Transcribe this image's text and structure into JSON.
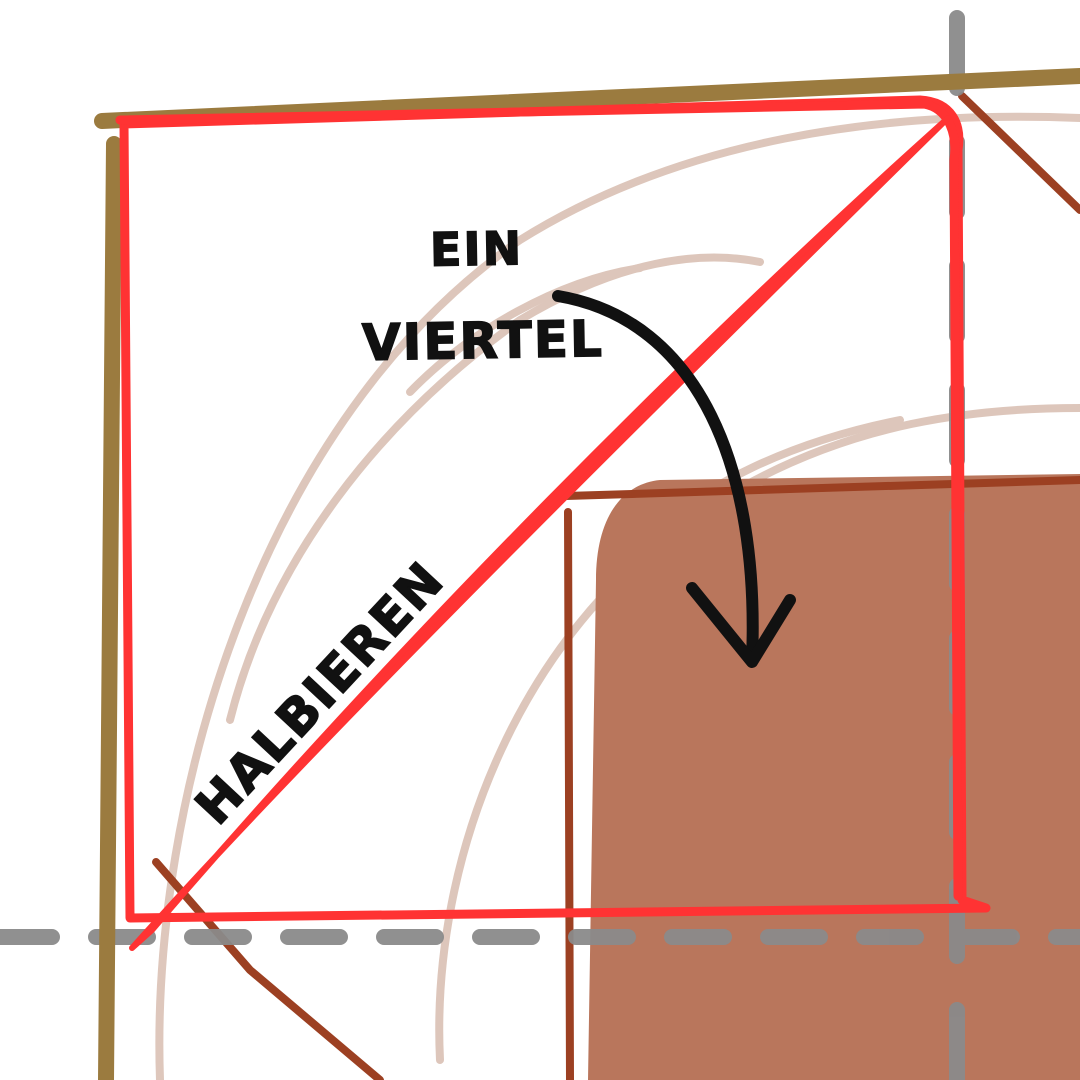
{
  "labels": {
    "ein": "EIN",
    "viertel": "VIERTEL",
    "halbieren": "HALBIEREN"
  },
  "colors": {
    "outer_frame": "#9b7b3f",
    "red_square": "#ff3333",
    "brown_line": "#9c4022",
    "brown_fill": "#b9765c",
    "circle_arcs": "#dcc4b8",
    "grid_dash": "#8a8a8a",
    "text": "#111111"
  }
}
